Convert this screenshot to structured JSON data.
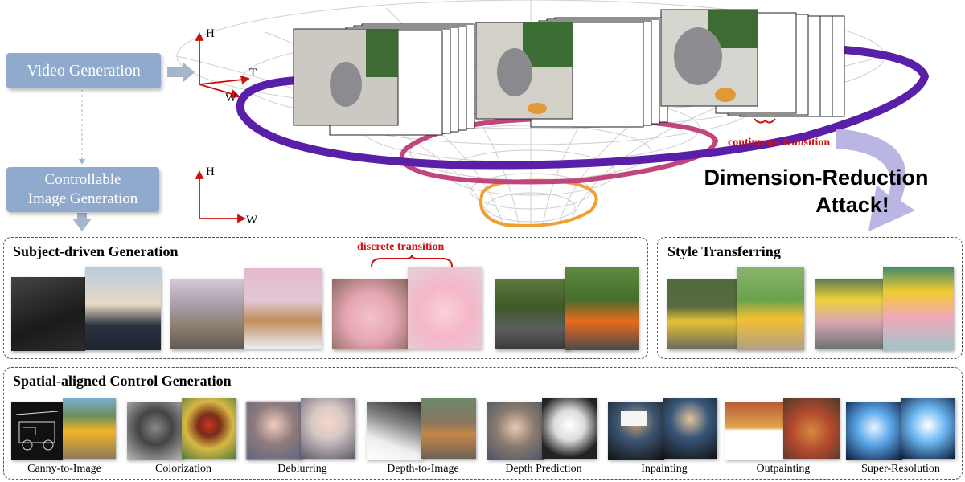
{
  "top": {
    "video_box_label": "Video Generation",
    "image_box_label_line1": "Controllable",
    "image_box_label_line2": "Image Generation",
    "axes_3d": {
      "h": "H",
      "t": "T",
      "w": "W"
    },
    "axes_2d": {
      "h": "H",
      "w": "W"
    },
    "continuous_label": "continuous transition",
    "attack_line1": "Dimension-Reduction",
    "attack_line2": "Attack!"
  },
  "subject_panel": {
    "title": "Subject-driven Generation",
    "discrete_label": "discrete transition"
  },
  "style_panel": {
    "title": "Style Transferring"
  },
  "spatial_panel": {
    "title": "Spatial-aligned Control Generation",
    "tasks": [
      "Canny-to-Image",
      "Colorization",
      "Deblurring",
      "Depth-to-Image",
      "Depth Prediction",
      "Inpainting",
      "Outpainting",
      "Super-Resolution"
    ]
  },
  "colors": {
    "box_blue": "#8faacc",
    "ring_purple": "#5a1fa8",
    "ring_pink": "#c2457e",
    "ring_orange": "#f0a030",
    "accent_red": "#cc1111",
    "arrow_lavender": "#b3aee0"
  }
}
